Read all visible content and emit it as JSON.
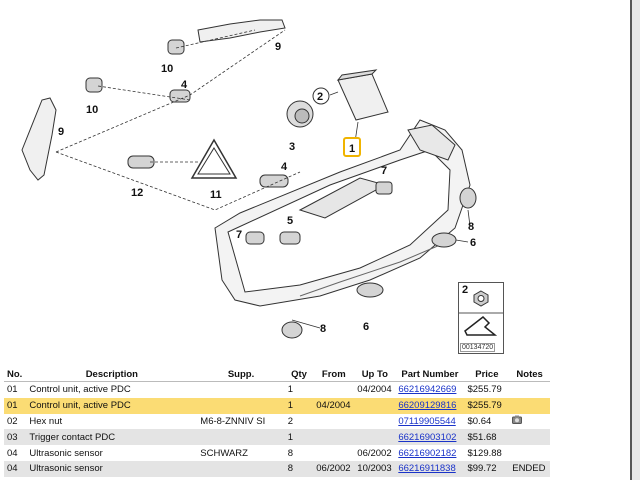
{
  "diagram": {
    "callouts": [
      "1",
      "2",
      "3",
      "4",
      "4",
      "5",
      "6",
      "6",
      "7",
      "7",
      "8",
      "8",
      "9",
      "9",
      "10",
      "10",
      "11",
      "12"
    ],
    "legend_number": "2",
    "image_code": "00134720"
  },
  "table": {
    "headers": [
      "No.",
      "Description",
      "Supp.",
      "Qty",
      "From",
      "Up To",
      "Part Number",
      "Price",
      "Notes"
    ],
    "rows": [
      {
        "no": "01",
        "description": "Control unit, active PDC",
        "supp": "",
        "qty": "1",
        "from": "",
        "upto": "04/2004",
        "part": "66216942669",
        "price": "$255.79",
        "notes": ""
      },
      {
        "no": "01",
        "description": "Control unit, active PDC",
        "supp": "",
        "qty": "1",
        "from": "04/2004",
        "upto": "",
        "part": "66209129816",
        "price": "$255.79",
        "notes": ""
      },
      {
        "no": "02",
        "description": "Hex nut",
        "supp": "M6-8-ZNNIV SI",
        "qty": "2",
        "from": "",
        "upto": "",
        "part": "07119905544",
        "price": "$0.64",
        "notes": ""
      },
      {
        "no": "03",
        "description": "Trigger contact PDC",
        "supp": "",
        "qty": "1",
        "from": "",
        "upto": "",
        "part": "66216903102",
        "price": "$51.68",
        "notes": ""
      },
      {
        "no": "04",
        "description": "Ultrasonic sensor",
        "supp": "SCHWARZ",
        "qty": "8",
        "from": "",
        "upto": "06/2002",
        "part": "66216902182",
        "price": "$129.88",
        "notes": ""
      },
      {
        "no": "04",
        "description": "Ultrasonic sensor",
        "supp": "",
        "qty": "8",
        "from": "06/2002",
        "upto": "10/2003",
        "part": "66216911838",
        "price": "$99.72",
        "notes": "ENDED"
      }
    ]
  },
  "colors": {
    "highlight": "#fbdc74",
    "row_alt": "#e4e4e4",
    "link": "#1a33c9",
    "callout_box": "#f0b400"
  }
}
